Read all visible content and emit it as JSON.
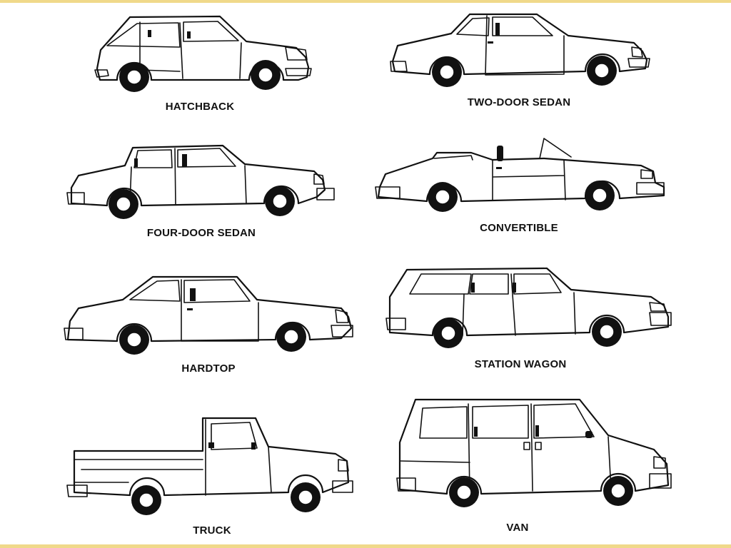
{
  "labels": {
    "hatchback": "HATCHBACK",
    "two_door_sedan": "TWO-DOOR SEDAN",
    "four_door_sedan": "FOUR-DOOR SEDAN",
    "convertible": "CONVERTIBLE",
    "hardtop": "HARDTOP",
    "station_wagon": "STATION WAGON",
    "truck": "TRUCK",
    "van": "VAN"
  },
  "colors": {
    "frame": "#f0d98a",
    "ink": "#111111",
    "background": "#ffffff"
  }
}
